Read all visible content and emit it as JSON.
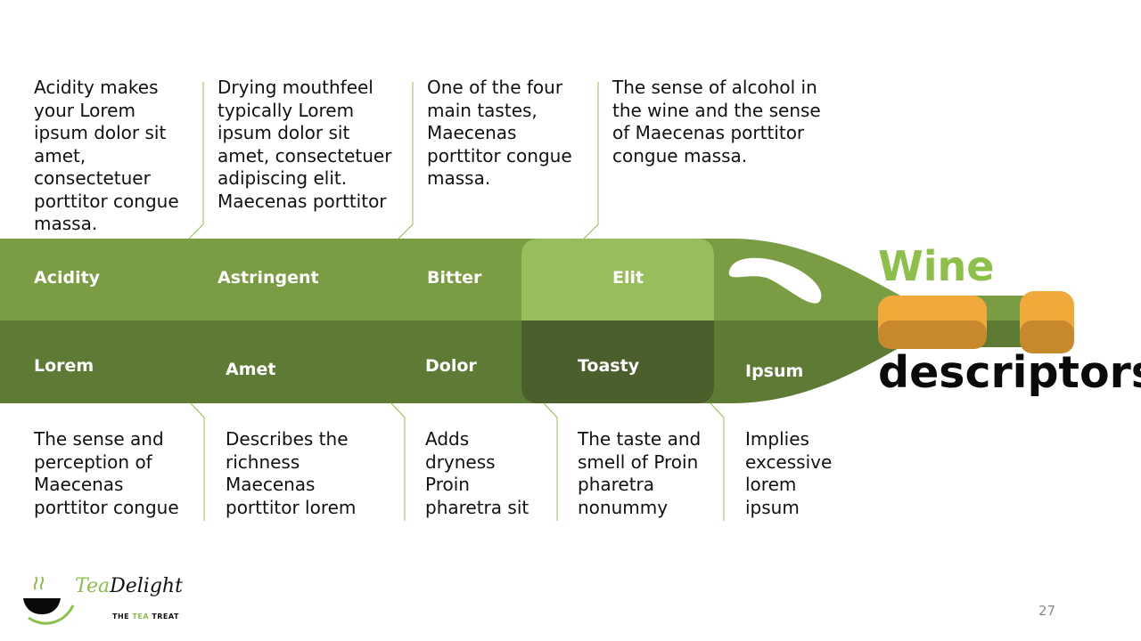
{
  "title": {
    "wine": "Wine",
    "descriptors": "descriptors"
  },
  "top_items": [
    {
      "label": "Acidity",
      "text": "Acidity makes\nyour Lorem\nipsum dolor sit\namet,\nconsectetuer\nporttitor congue\nmassa."
    },
    {
      "label": "Astringent",
      "text": "Drying mouthfeel\ntypically Lorem\nipsum dolor sit\namet, consectetuer\nadipiscing elit.\nMaecenas porttitor"
    },
    {
      "label": "Bitter",
      "text": "One of the four\nmain tastes,\nMaecenas\nporttitor congue\nmassa."
    },
    {
      "label": "Elit",
      "text": "The sense of alcohol in\nthe wine and the sense\nof Maecenas porttitor\ncongue massa."
    }
  ],
  "bottom_items": [
    {
      "label": "Lorem",
      "text": "The sense and\nperception of\nMaecenas\nporttitor congue"
    },
    {
      "label": "Amet",
      "text": "Describes the\nrichness\nMaecenas\nporttitor lorem"
    },
    {
      "label": "Dolor",
      "text": "Adds\ndryness\nProin\npharetra sit"
    },
    {
      "label": "Toasty",
      "text": "The taste and\nsmell of Proin\npharetra\nnonummy"
    },
    {
      "label": "Ipsum",
      "text": "Implies\nexcessive\nlorem\nipsum"
    }
  ],
  "logo": {
    "name_part1": "Tea",
    "name_part2": "Delight",
    "tagline_1": "THE ",
    "tagline_2": "TEA",
    "tagline_3": " TREAT"
  },
  "page_number": "27",
  "colors": {
    "band_top": "#7a9c43",
    "band_bottom": "#5e7b35",
    "highlight_top": "#97bd5d",
    "highlight_bottom": "#4a5f2b",
    "cork": "#f2a93b",
    "accent": "#8cc04b",
    "guide_line": "#8cc04b"
  }
}
